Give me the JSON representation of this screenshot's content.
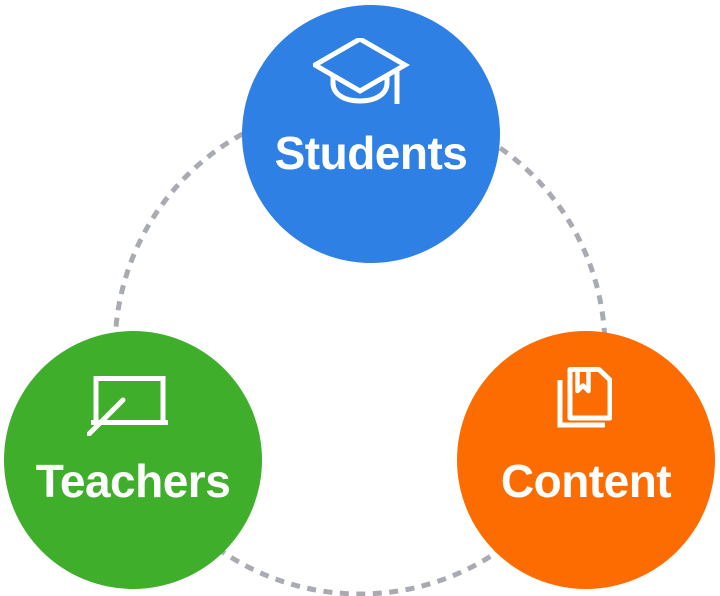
{
  "diagram": {
    "type": "cycle-diagram",
    "background_color": "#ffffff",
    "connector": {
      "shape": "dashed-circle",
      "color": "#a9abb2",
      "stroke_width": 5,
      "dash_length": 9,
      "gap_length": 7.5
    },
    "nodes": [
      {
        "id": "students",
        "label": "Students",
        "color": "#2f80e4",
        "icon": "graduation-cap-icon",
        "icon_color": "#ffffff"
      },
      {
        "id": "teachers",
        "label": "Teachers",
        "color": "#3fae2b",
        "icon": "blackboard-icon",
        "icon_color": "#ffffff"
      },
      {
        "id": "content",
        "label": "Content",
        "color": "#fc6c00",
        "icon": "book-bookmark-icon",
        "icon_color": "#ffffff"
      }
    ]
  }
}
